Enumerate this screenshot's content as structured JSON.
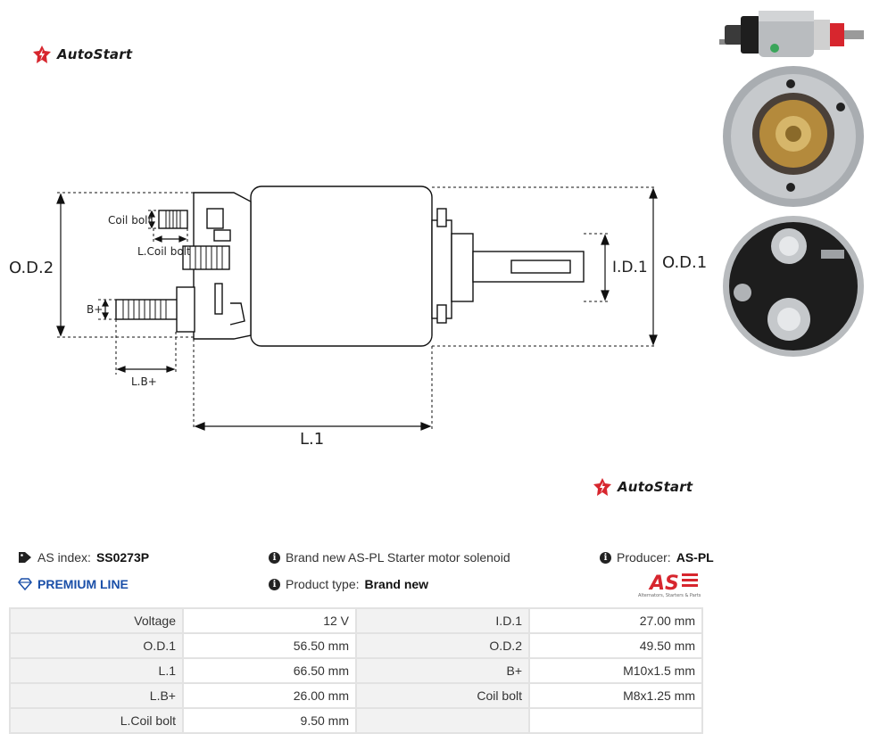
{
  "brand": {
    "name": "AutoStart"
  },
  "diagram": {
    "labels": {
      "od2": "O.D.2",
      "od1": "O.D.1",
      "id1": "I.D.1",
      "l1": "L.1",
      "coil_bolt": "Coil bolt",
      "l_coil_bolt": "L.Coil bolt",
      "b_plus": "B+",
      "l_b_plus": "L.B+"
    }
  },
  "info": {
    "as_index_label": "AS index:",
    "as_index_value": "SS0273P",
    "premium": "PREMIUM LINE",
    "description": "Brand new AS-PL Starter motor solenoid",
    "product_type_label": "Product type:",
    "product_type_value": "Brand new",
    "producer_label": "Producer:",
    "producer_value": "AS-PL",
    "producer_logo_text": "AS",
    "producer_tagline": "Alternators, Starters & Parts"
  },
  "specs": [
    {
      "k1": "Voltage",
      "v1": "12 V",
      "k2": "I.D.1",
      "v2": "27.00 mm"
    },
    {
      "k1": "O.D.1",
      "v1": "56.50 mm",
      "k2": "O.D.2",
      "v2": "49.50 mm"
    },
    {
      "k1": "L.1",
      "v1": "66.50 mm",
      "k2": "B+",
      "v2": "M10x1.5 mm"
    },
    {
      "k1": "L.B+",
      "v1": "26.00 mm",
      "k2": "Coil bolt",
      "v2": "M8x1.25 mm"
    },
    {
      "k1": "L.Coil bolt",
      "v1": "9.50 mm",
      "k2": "",
      "v2": ""
    }
  ],
  "colors": {
    "brand_red": "#d7262e",
    "premium_blue": "#1a4fa8",
    "table_border": "#e2e2e2",
    "table_key_bg": "#f2f2f2"
  },
  "icons": {
    "tag": "tag-icon",
    "diamond": "diamond-icon",
    "info": "info-icon"
  }
}
